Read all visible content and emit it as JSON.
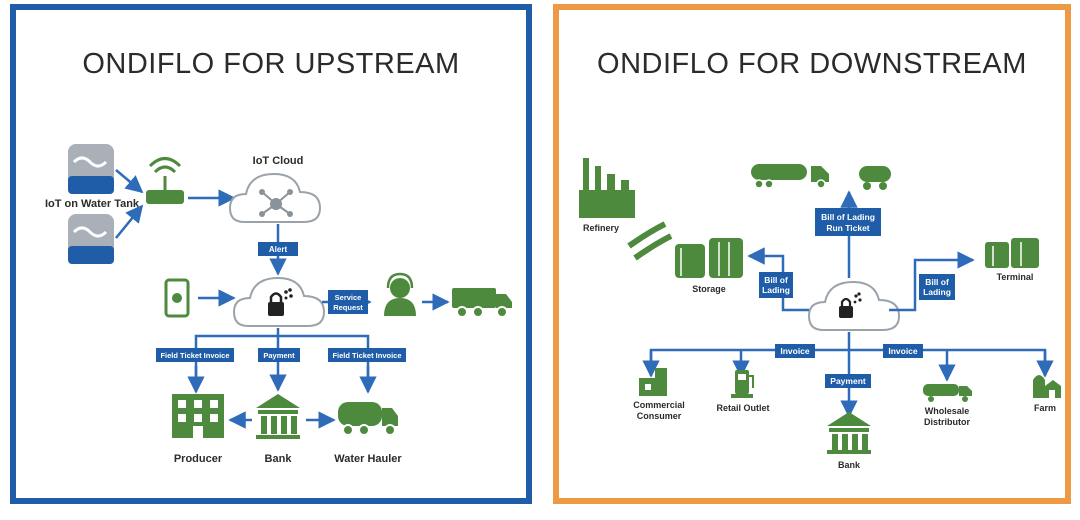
{
  "upstream": {
    "title": "ONDIFLO FOR UPSTREAM",
    "labels": {
      "iot_water_tank": "IoT on Water Tank",
      "iot_cloud": "IoT Cloud",
      "alert": "Alert",
      "service_request_1": "Service",
      "service_request_2": "Request",
      "field_ticket_left": "Field Ticket Invoice",
      "payment": "Payment",
      "field_ticket_right": "Field Ticket Invoice",
      "producer": "Producer",
      "bank": "Bank",
      "water_hauler": "Water Hauler"
    }
  },
  "downstream": {
    "title": "ONDIFLO FOR DOWNSTREAM",
    "labels": {
      "refinery": "Refinery",
      "storage": "Storage",
      "terminal": "Terminal",
      "bill_lading_run_1": "Bill of Lading",
      "bill_lading_run_2": "Run Ticket",
      "bill_left_1": "Bill of",
      "bill_left_2": "Lading",
      "bill_right_1": "Bill of",
      "bill_right_2": "Lading",
      "invoice_left": "Invoice",
      "invoice_right": "Invoice",
      "payment": "Payment",
      "commercial_1": "Commercial",
      "commercial_2": "Consumer",
      "retail": "Retail Outlet",
      "wholesale_1": "Wholesale",
      "wholesale_2": "Distributor",
      "farm": "Farm",
      "bank": "Bank"
    }
  },
  "colors": {
    "blue": "#1f5da8",
    "orange": "#ee9a44",
    "green": "#4e8a3e",
    "arrow": "#2e6bb8"
  }
}
